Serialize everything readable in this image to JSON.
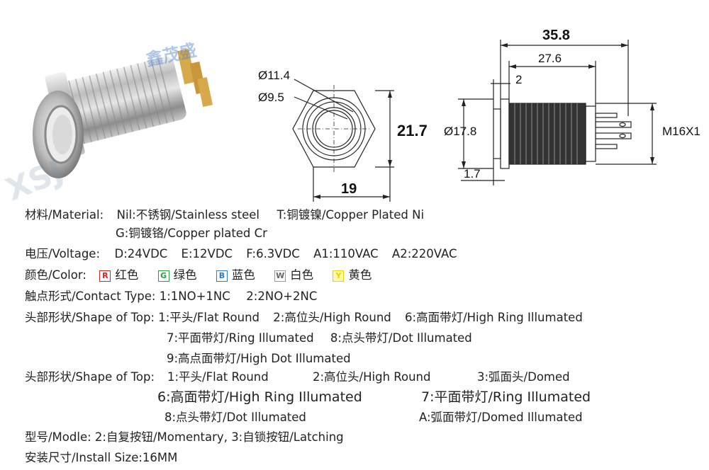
{
  "watermark": {
    "left": "XSJ",
    "right": "鑫茂盛"
  },
  "dimensions": {
    "outer_circle": "Ø11.4",
    "inner_circle": "Ø9.5",
    "hex_height": "21.7",
    "hex_width": "19",
    "total_length": "35.8",
    "body_length": "27.6",
    "head_thickness": "2",
    "head_diameter": "Ø17.8",
    "head_offset": "1.7",
    "thread": "M16X1"
  },
  "specs": {
    "material": {
      "label": "材料/Material:",
      "items": [
        "Nil:不锈钢/Stainless steel",
        "T:铜镀镍/Copper Plated Ni"
      ],
      "line2": "G:铜镀铬/Copper plated Cr"
    },
    "voltage": {
      "label": "电压/Voltage:",
      "items": [
        "D:24VDC",
        "E:12VDC",
        "F:6.3VDC",
        "A1:110VAC",
        "A2:220VAC"
      ]
    },
    "color": {
      "label": "颜色/Color:",
      "items": [
        {
          "code": "R",
          "name": "红色",
          "color": "#d8221d"
        },
        {
          "code": "G",
          "name": "绿色",
          "color": "#24a33c"
        },
        {
          "code": "B",
          "name": "蓝色",
          "color": "#2a7bd2"
        },
        {
          "code": "W",
          "name": "白色",
          "color": "#666666"
        },
        {
          "code": "Y",
          "name": "黄色",
          "color": "#e8d400"
        }
      ]
    },
    "contact": {
      "label": "触点形式/Contact Type:",
      "items": [
        "1:1NO+1NC",
        "2:2NO+2NC"
      ]
    },
    "shape_top_1": {
      "label": "头部形状/Shape of Top:",
      "items": [
        "1:平头/Flat Round",
        "2:高位头/High Round",
        "6:高面带灯/High Ring Illumated"
      ],
      "line2": [
        "7:平面带灯/Ring Illumated",
        "8:点头带灯/Dot Illumated"
      ],
      "line3": "9:高点面带灯/High Dot Illumated"
    },
    "shape_top_2": {
      "label": "头部形状/Shape of Top:",
      "row1": [
        "1:平头/Flat Round",
        "2:高位头/High Round",
        "3:弧面头/Domed"
      ],
      "row2": [
        "6:高面带灯/High Ring Illumated",
        "7:平面带灯/Ring Illumated"
      ],
      "row3": [
        "8:点头带灯/Dot Illumated",
        "A:弧面带灯/Domed Illumated"
      ]
    },
    "model": {
      "label": "型号/Modle:",
      "momentary": "2:自复按钮/Momentary",
      "sep": ",",
      "latching": "3:自锁按钮/Latching"
    },
    "install": {
      "label": "安装尺寸/Install Size:",
      "value": "16MM"
    }
  }
}
